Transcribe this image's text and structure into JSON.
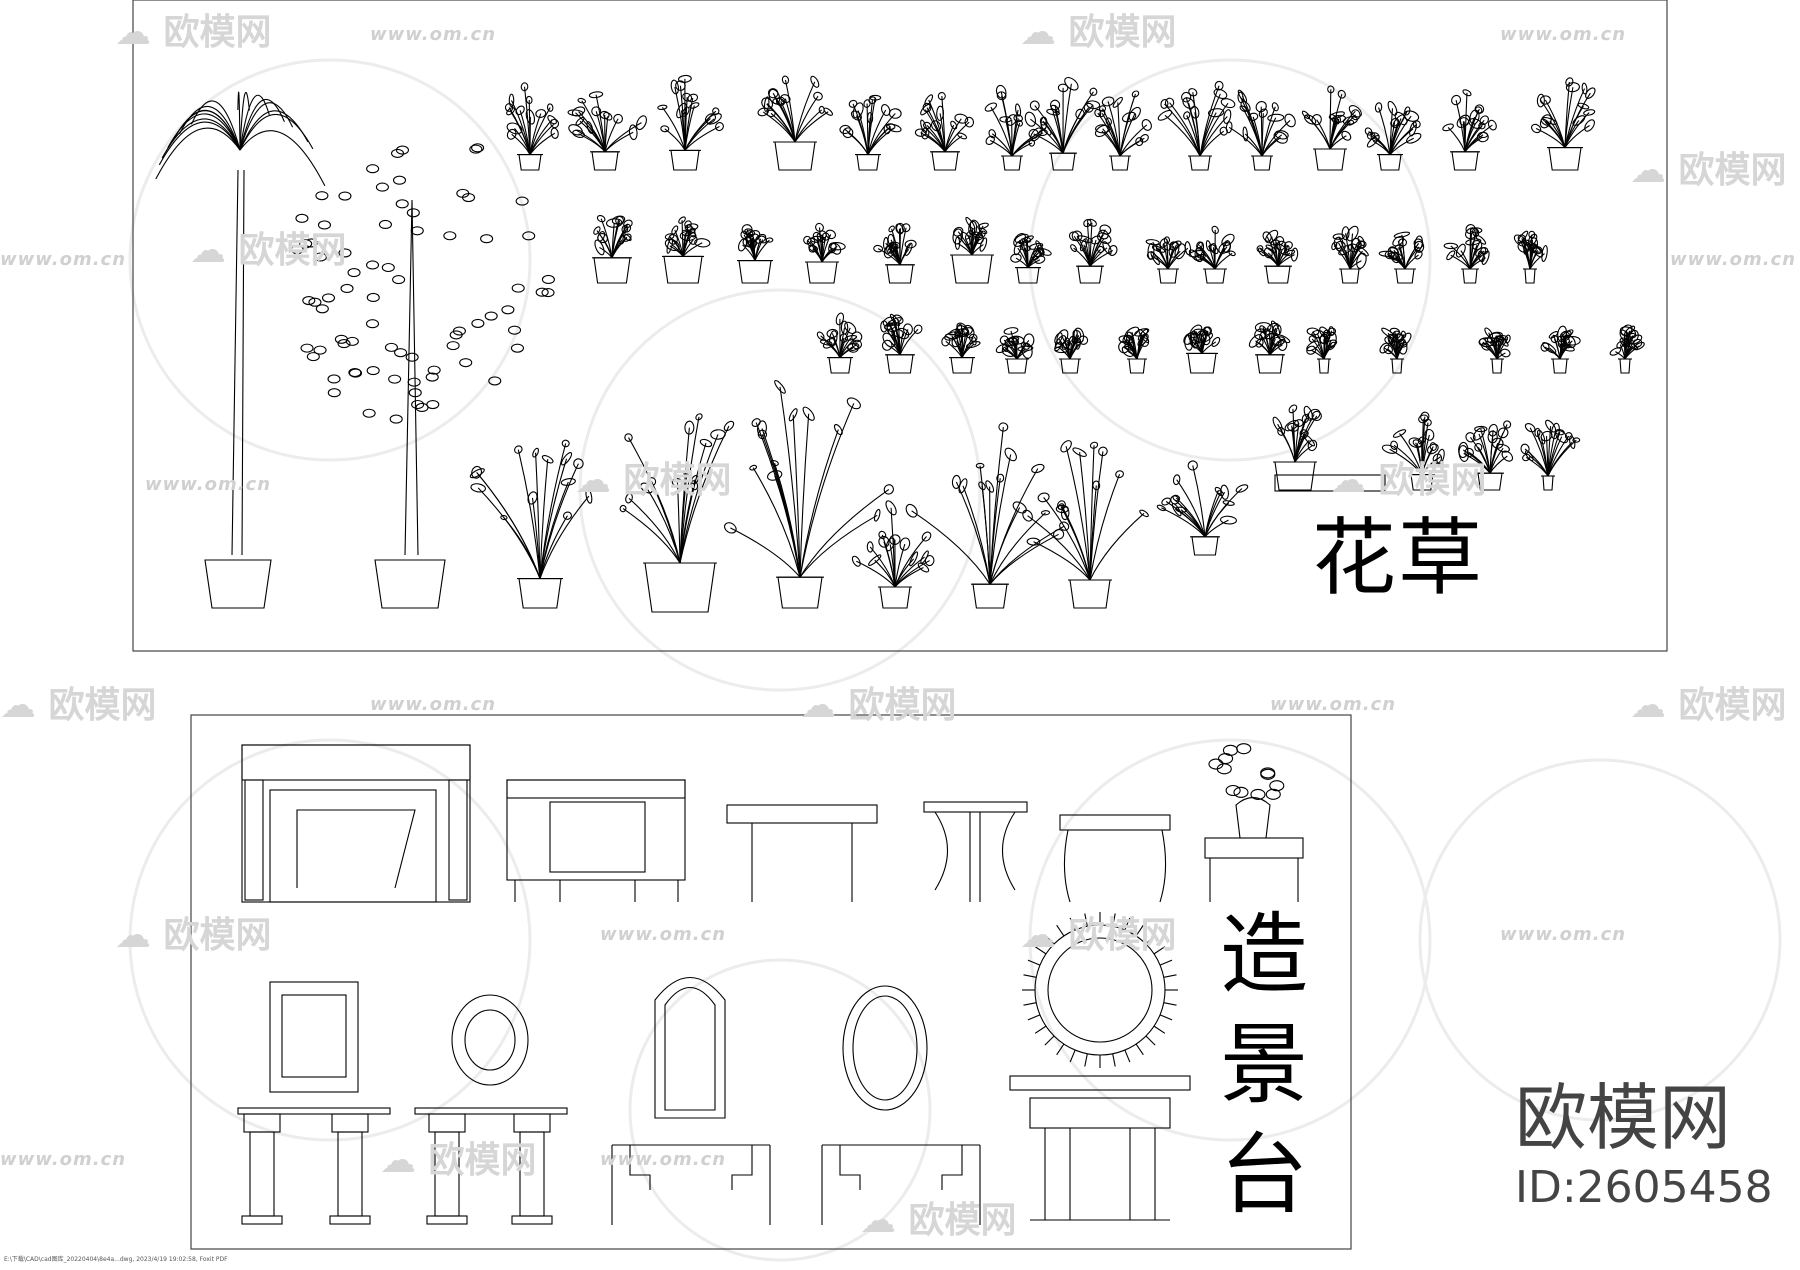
{
  "sections": {
    "flowers": {
      "title": "花草"
    },
    "stage": {
      "title_chars": [
        "造",
        "景",
        "台"
      ]
    }
  },
  "brand": {
    "name": "欧模网",
    "id": "ID:2605458"
  },
  "watermark": {
    "logo_text": "欧模网",
    "url": "www.om.cn"
  },
  "footer": {
    "path": "E:\\下载\\CAD\\cad图库_20220404\\8e4a...dwg, 2023/4/19 19:02:58, Foxit PDF"
  },
  "colors": {
    "line": "#000000",
    "watermark": "#d6d6d6",
    "brand": "#444444"
  }
}
